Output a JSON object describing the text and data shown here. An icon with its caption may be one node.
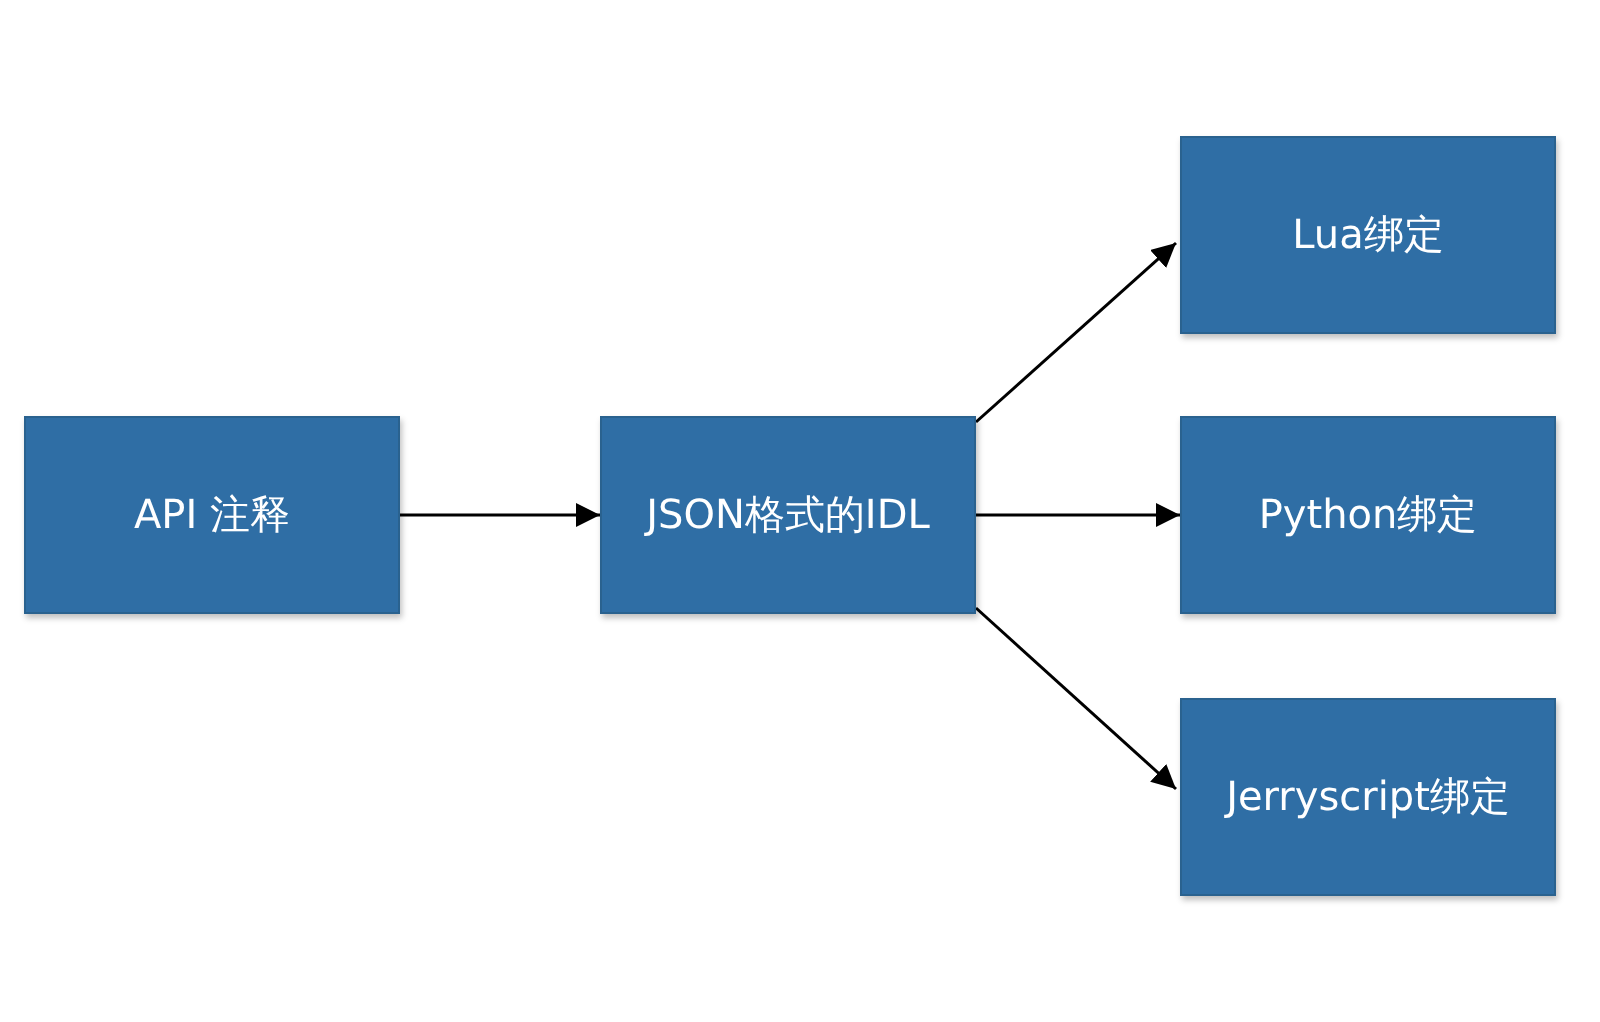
{
  "diagram": {
    "nodes": [
      {
        "text": [
          "API 注释"
        ]
      },
      {
        "text": [
          "JSON格式的IDL"
        ]
      },
      {
        "text": [
          "Lua绑定"
        ]
      },
      {
        "text": [
          "Python绑定"
        ]
      },
      {
        "text": [
          "Jerryscript绑定"
        ]
      }
    ],
    "edges": [
      {
        "from": 0,
        "to": 1,
        "arrow": "to"
      },
      {
        "from": 1,
        "to": 2,
        "arrow": "to"
      },
      {
        "from": 1,
        "to": 3,
        "arrow": "to"
      },
      {
        "from": 1,
        "to": 4,
        "arrow": "to"
      }
    ]
  }
}
